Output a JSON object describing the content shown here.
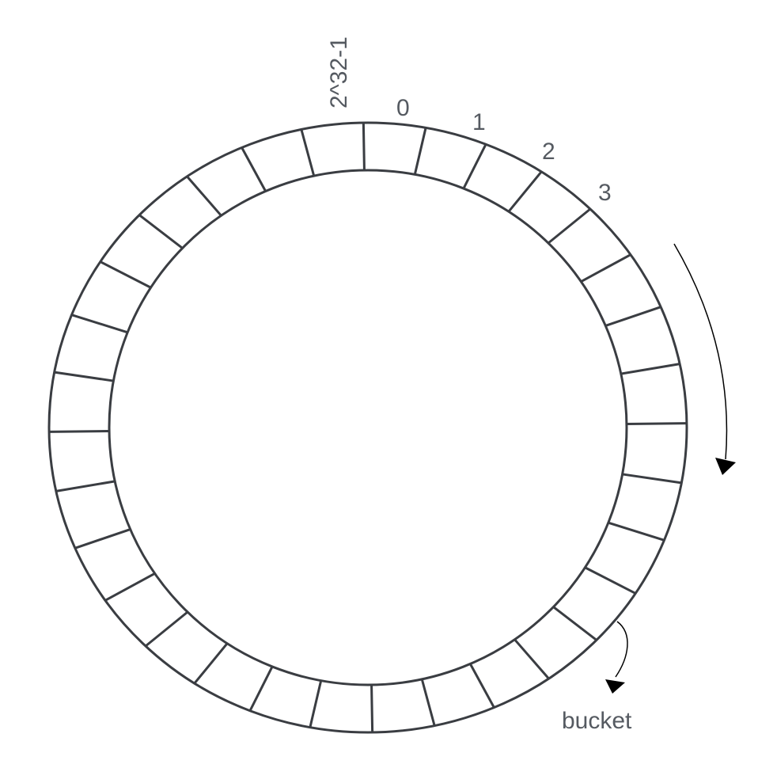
{
  "diagram": {
    "segment_count": 32,
    "labels": {
      "max": "2^32-1",
      "first": "0",
      "second": "1",
      "third": "2",
      "fourth": "3",
      "bucket": "bucket"
    },
    "colors": {
      "ring_stroke": "#3a3d42",
      "arrow": "#000000",
      "label": "#555a61"
    }
  }
}
